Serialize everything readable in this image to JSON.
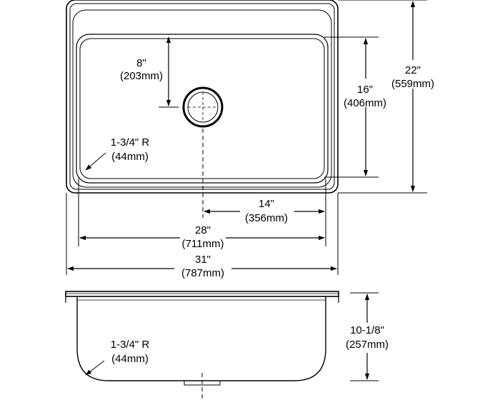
{
  "top_view": {
    "drain_offset": {
      "imperial": "8\"",
      "metric": "(203mm)"
    },
    "bowl_depth_front_back": {
      "imperial": "16\"",
      "metric": "(406mm)"
    },
    "overall_front_back": {
      "imperial": "22\"",
      "metric": "(559mm)"
    },
    "corner_radius": {
      "imperial": "1-3/4\" R",
      "metric": "(44mm)"
    },
    "drain_to_right": {
      "imperial": "14\"",
      "metric": "(356mm)"
    },
    "bowl_width": {
      "imperial": "28\"",
      "metric": "(711mm)"
    },
    "overall_width": {
      "imperial": "31\"",
      "metric": "(787mm)"
    }
  },
  "side_view": {
    "corner_radius": {
      "imperial": "1-3/4\" R",
      "metric": "(44mm)"
    },
    "depth": {
      "imperial": "10-1/8\"",
      "metric": "(257mm)"
    }
  }
}
